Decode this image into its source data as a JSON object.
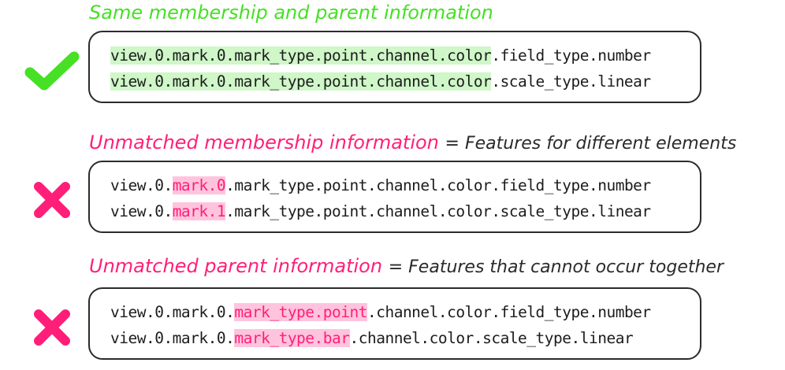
{
  "sections": [
    {
      "heading_accent": "Same membership and parent information",
      "heading_rest": "",
      "status": "check-icon",
      "lines": [
        {
          "highlight": "view.0.mark.0.mark_type.point.channel.color",
          "rest": ".field_type.number"
        },
        {
          "highlight": "view.0.mark.0.mark_type.point.channel.color",
          "rest": ".scale_type.linear"
        }
      ]
    },
    {
      "heading_accent": "Unmatched membership information",
      "heading_rest": "= Features for different elements",
      "status": "cross-icon",
      "lines": [
        {
          "pre": "view.0.",
          "highlight": "mark.0",
          "rest": ".mark_type.point.channel.color.field_type.number"
        },
        {
          "pre": "view.0.",
          "highlight": "mark.1",
          "rest": ".mark_type.point.channel.color.scale_type.linear"
        }
      ]
    },
    {
      "heading_accent": "Unmatched parent information",
      "heading_rest": "= Features that cannot occur together",
      "status": "cross-icon",
      "lines": [
        {
          "pre": "view.0.mark.0.",
          "highlight": "mark_type.point",
          "rest": ".channel.color.field_type.number"
        },
        {
          "pre": "view.0.mark.0.",
          "highlight": "mark_type.bar",
          "rest": ".channel.color.scale_type.linear"
        }
      ]
    }
  ],
  "colors": {
    "check": "#46e025",
    "cross": "#ff1f78",
    "green_highlight": "#cff7c8",
    "pink_highlight": "#ffc4dd"
  }
}
